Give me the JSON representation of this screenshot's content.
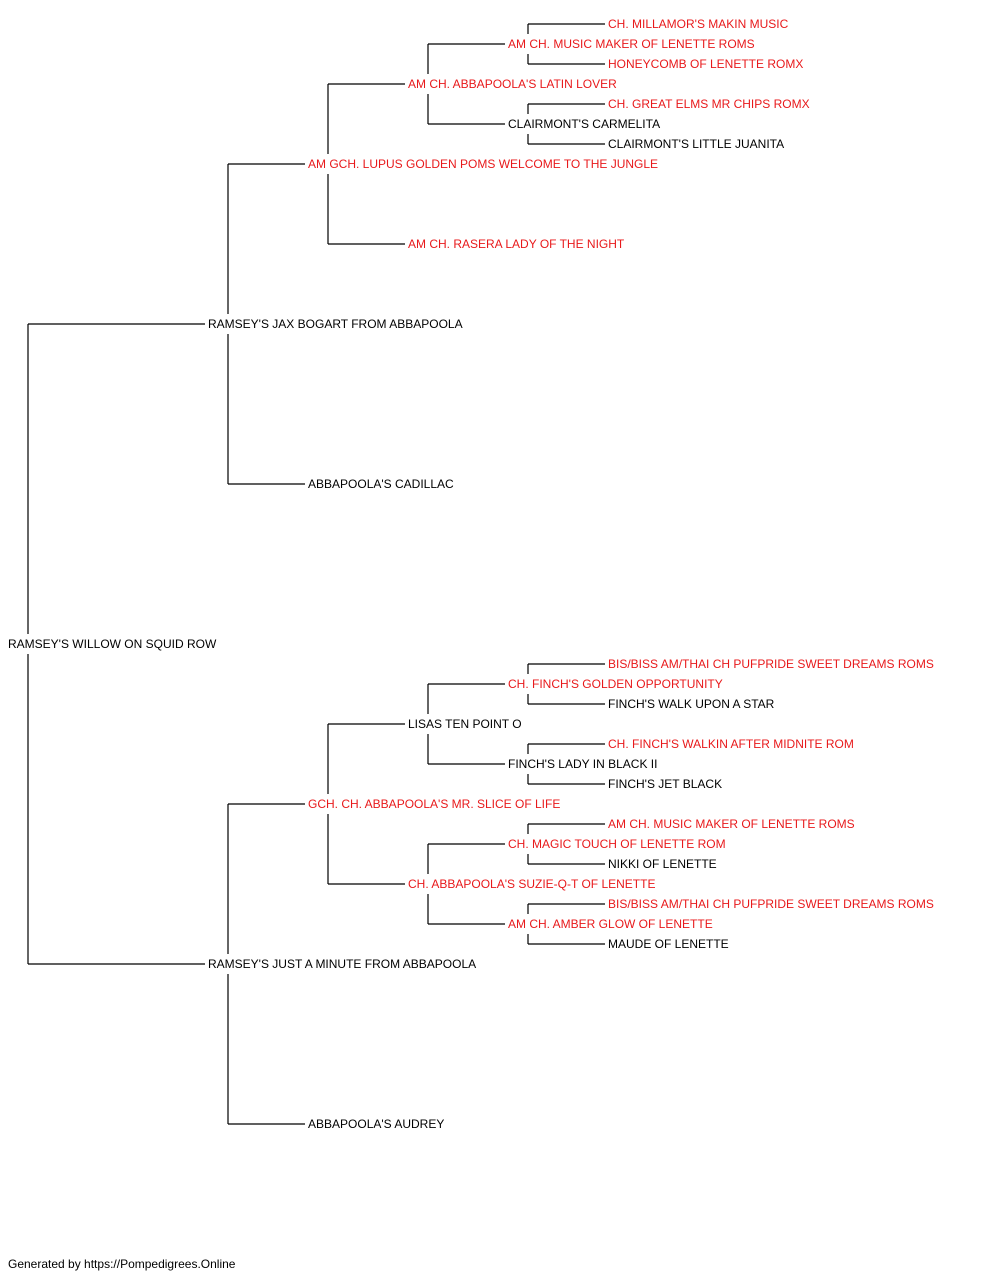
{
  "colors": {
    "champion": "#e8191b",
    "normal": "#000000",
    "line": "#000000"
  },
  "pedigree": {
    "subject": {
      "name": "RAMSEY'S WILLOW ON SQUID ROW",
      "champion": false
    },
    "sire": {
      "name": "RAMSEY'S JAX BOGART FROM ABBAPOOLA",
      "champion": false,
      "sire": {
        "name": "AM GCH. LUPUS GOLDEN POMS WELCOME TO THE JUNGLE",
        "champion": true,
        "sire": {
          "name": "AM CH. ABBAPOOLA'S LATIN LOVER",
          "champion": true,
          "sire": {
            "name": "AM CH. MUSIC MAKER OF LENETTE ROMS",
            "champion": true,
            "sire": {
              "name": "CH. MILLAMOR'S MAKIN MUSIC",
              "champion": true
            },
            "dam": {
              "name": "HONEYCOMB OF LENETTE ROMX",
              "champion": true
            }
          },
          "dam": {
            "name": "CLAIRMONT'S CARMELITA",
            "champion": false,
            "sire": {
              "name": "CH. GREAT ELMS MR CHIPS ROMX",
              "champion": true
            },
            "dam": {
              "name": "CLAIRMONT'S LITTLE JUANITA",
              "champion": false
            }
          }
        },
        "dam": {
          "name": "AM CH. RASERA LADY OF THE NIGHT",
          "champion": true
        }
      },
      "dam": {
        "name": "ABBAPOOLA'S CADILLAC",
        "champion": false
      }
    },
    "dam": {
      "name": "RAMSEY'S JUST A MINUTE FROM ABBAPOOLA",
      "champion": false,
      "sire": {
        "name": "GCH. CH. ABBAPOOLA'S MR. SLICE OF LIFE",
        "champion": true,
        "sire": {
          "name": "LISAS TEN POINT O",
          "champion": false,
          "sire": {
            "name": "CH. FINCH'S GOLDEN OPPORTUNITY",
            "champion": true,
            "sire": {
              "name": "BIS/BISS AM/THAI CH PUFPRIDE SWEET DREAMS ROMS",
              "champion": true
            },
            "dam": {
              "name": "FINCH'S WALK UPON A STAR",
              "champion": false
            }
          },
          "dam": {
            "name": "FINCH'S LADY IN BLACK II",
            "champion": false,
            "sire": {
              "name": "CH. FINCH'S WALKIN AFTER MIDNITE ROM",
              "champion": true
            },
            "dam": {
              "name": "FINCH'S JET BLACK",
              "champion": false
            }
          }
        },
        "dam": {
          "name": "CH. ABBAPOOLA'S SUZIE-Q-T OF LENETTE",
          "champion": true,
          "sire": {
            "name": "CH. MAGIC TOUCH OF LENETTE ROM",
            "champion": true,
            "sire": {
              "name": "AM CH. MUSIC MAKER OF LENETTE ROMS",
              "champion": true
            },
            "dam": {
              "name": "NIKKI OF LENETTE",
              "champion": false
            }
          },
          "dam": {
            "name": "AM CH. AMBER GLOW OF LENETTE",
            "champion": true,
            "sire": {
              "name": "BIS/BISS AM/THAI CH PUFPRIDE SWEET DREAMS ROMS",
              "champion": true
            },
            "dam": {
              "name": "MAUDE OF LENETTE",
              "champion": false
            }
          }
        }
      },
      "dam": {
        "name": "ABBAPOOLA'S AUDREY",
        "champion": false
      }
    }
  },
  "footer": {
    "text": "Generated by https://Pompedigrees.Online"
  }
}
